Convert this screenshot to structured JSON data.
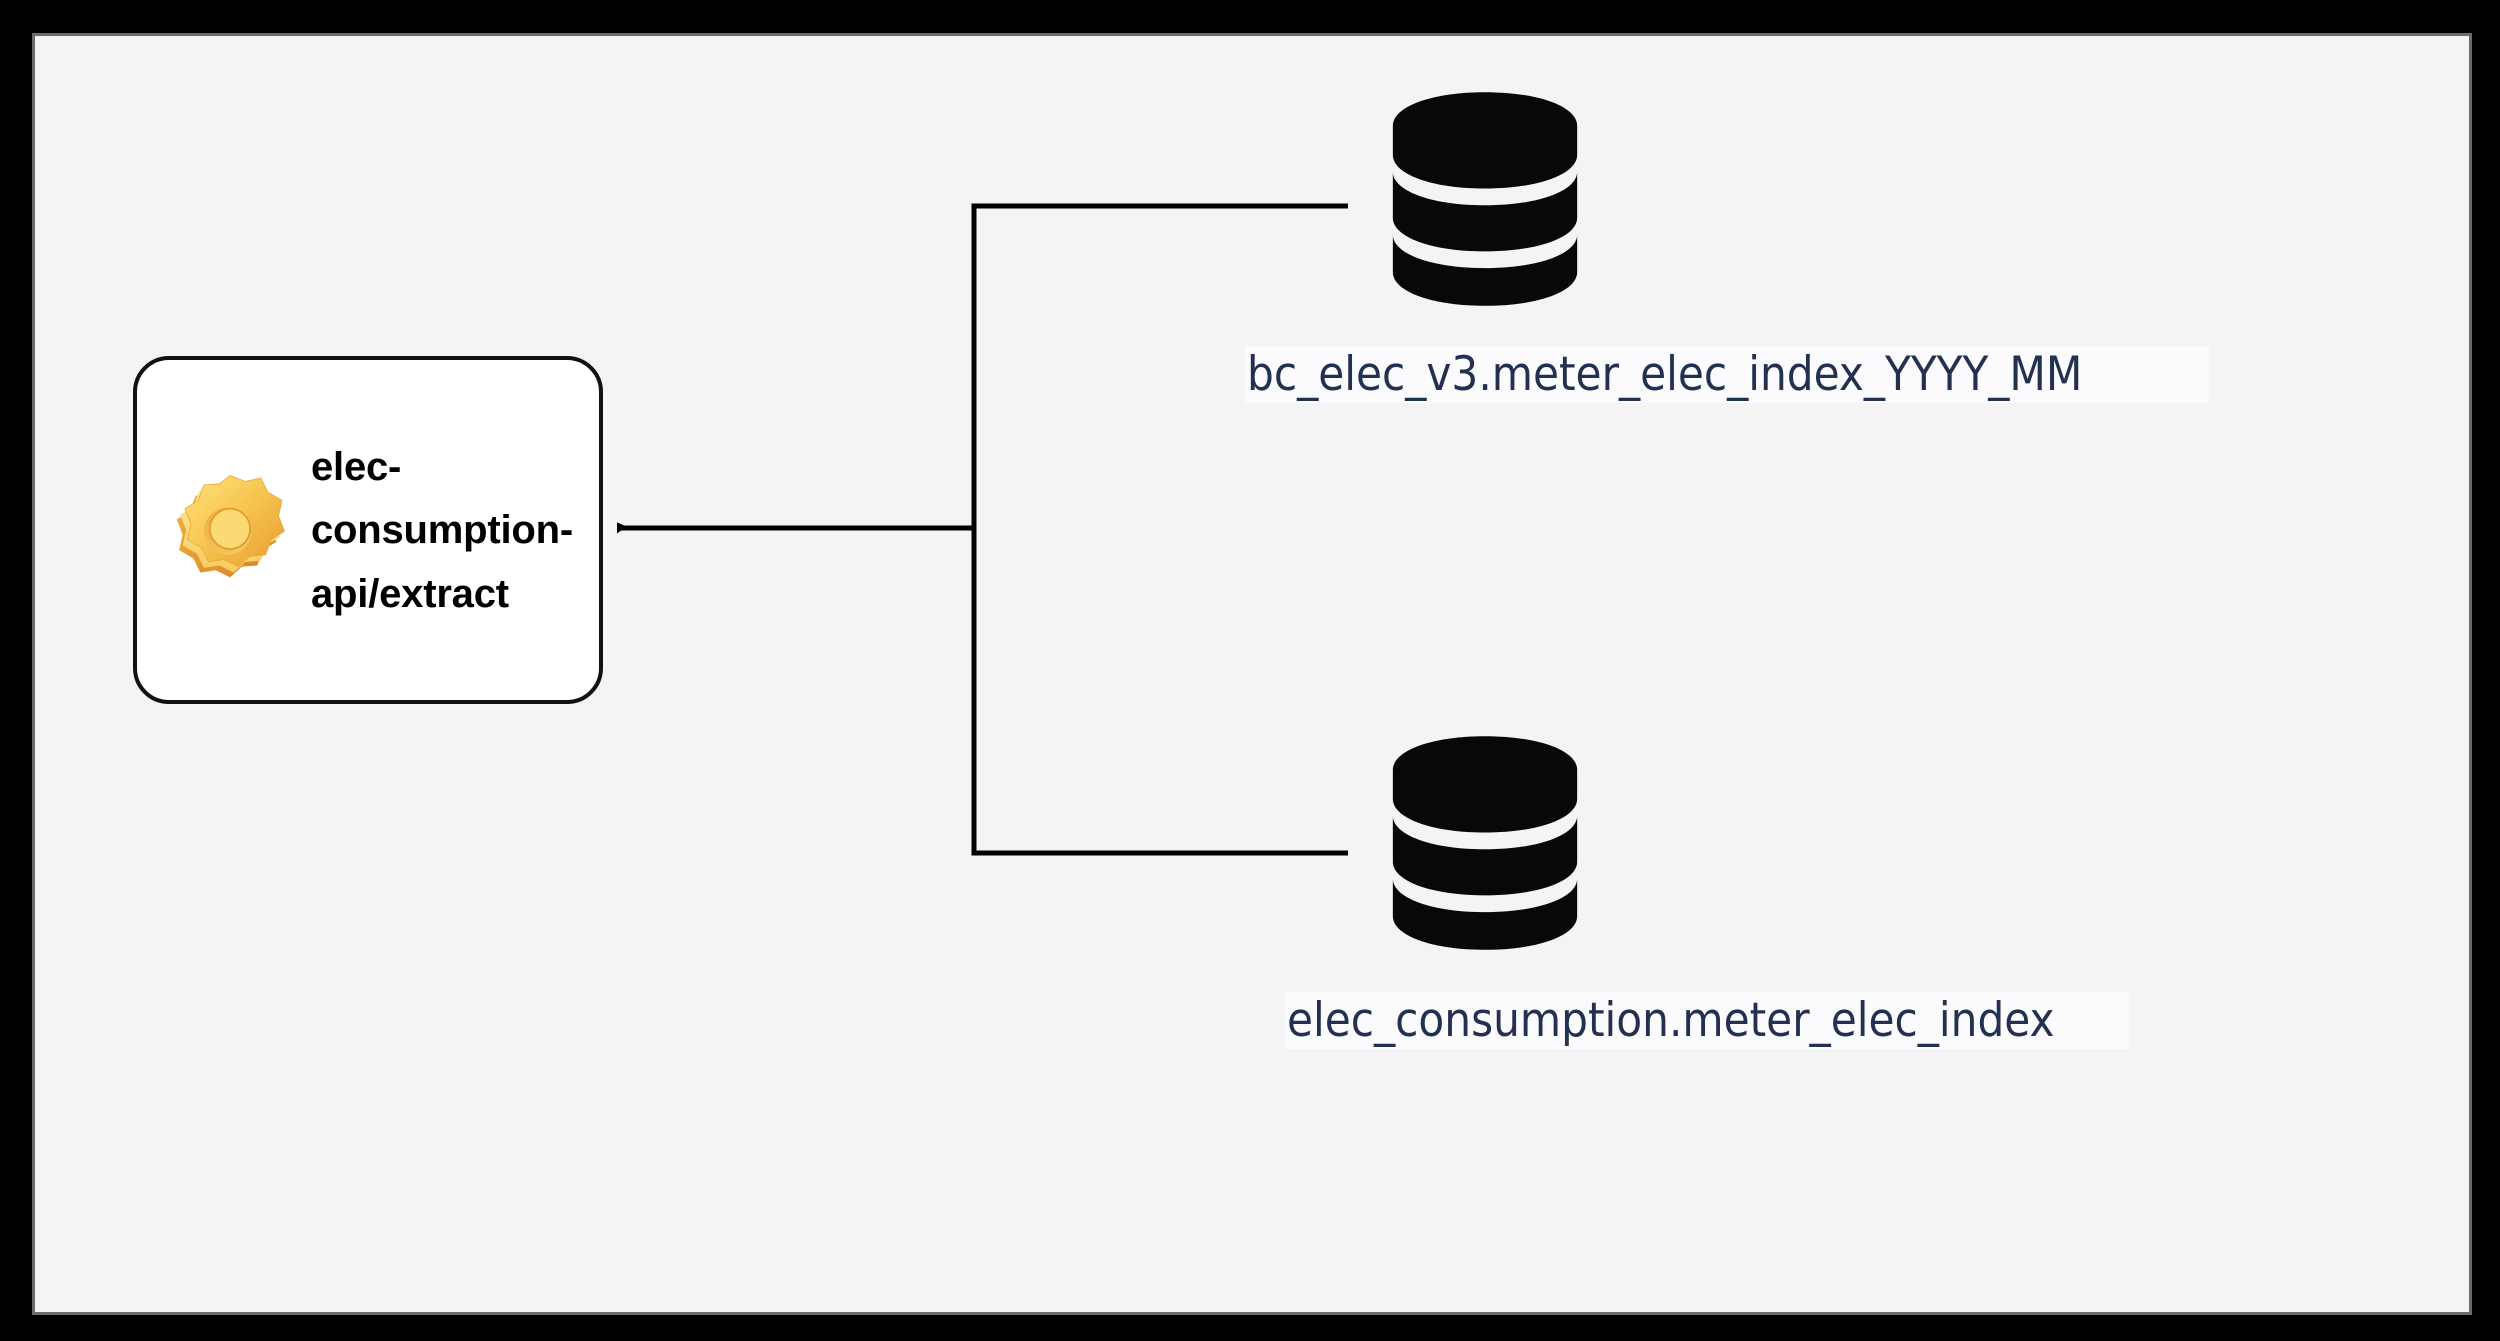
{
  "diagram": {
    "type": "data-lineage-flow",
    "background_color": "#f4f4f4",
    "frame_color": "#000000",
    "process_nodes": [
      {
        "id": "elec-consumption-api-extract",
        "label": "elec-\nconsumption-\napi/extract",
        "icon": "gear-icon",
        "shape": "rounded-rectangle",
        "fill": "#ffffff",
        "stroke": "#111111"
      }
    ],
    "datastore_nodes": [
      {
        "id": "bc-elec-v3-meter-elec-index",
        "label": "bc_elec_v3.meter_elec_index_YYYY_MM",
        "icon": "database-icon",
        "color": "#080808",
        "label_color": "#22314f"
      },
      {
        "id": "elec-consumption-meter-elec-index",
        "label": "elec_consumption.meter_elec_index",
        "icon": "database-icon",
        "color": "#080808",
        "label_color": "#22314f"
      }
    ],
    "edges": [
      {
        "from": "bc-elec-v3-meter-elec-index",
        "to": "elec-consumption-api-extract",
        "style": "orthogonal",
        "arrowhead": "filled-triangle",
        "color": "#000000"
      },
      {
        "from": "elec-consumption-meter-elec-index",
        "to": "elec-consumption-api-extract",
        "style": "orthogonal",
        "arrowhead": "filled-triangle",
        "color": "#000000"
      }
    ]
  },
  "colors": {
    "canvas": "#f4f4f4",
    "node_fill": "#ffffff",
    "node_stroke": "#111111",
    "edge": "#000000",
    "datastore": "#080808",
    "label_text": "#22314f",
    "gear_light": "#fcdc6c",
    "gear_mid": "#f5bc43",
    "gear_dark": "#e2912c"
  }
}
